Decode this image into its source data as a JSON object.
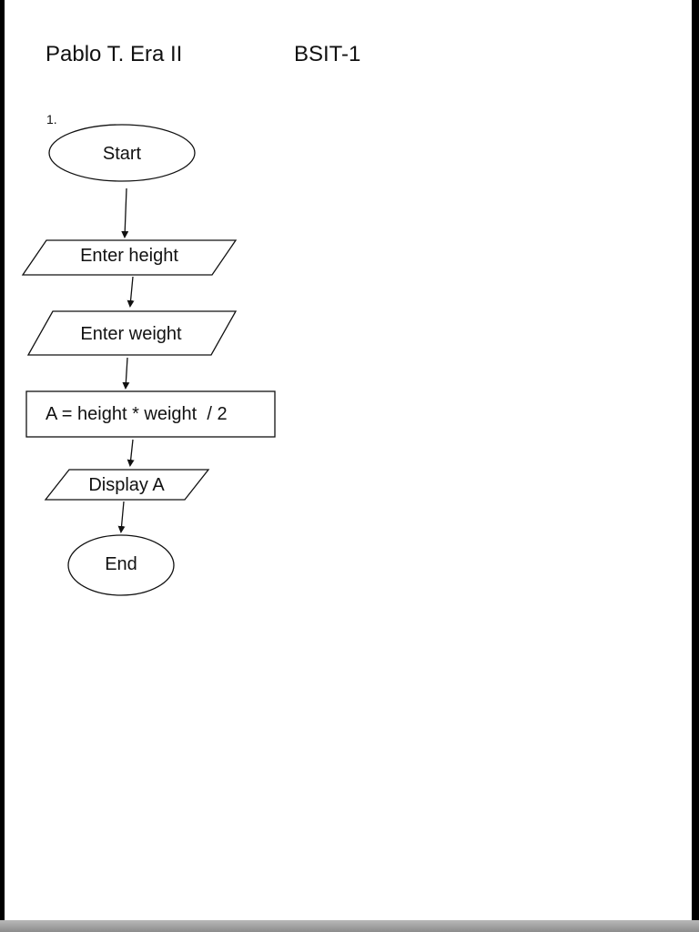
{
  "header": {
    "name": "Pablo T. Era II",
    "class": "BSIT-1"
  },
  "item_number": "1.",
  "flowchart": {
    "nodes": [
      {
        "id": "start",
        "shape": "terminator",
        "label": "Start"
      },
      {
        "id": "input-height",
        "shape": "input-output",
        "label": "Enter height"
      },
      {
        "id": "input-weight",
        "shape": "input-output",
        "label": "Enter weight"
      },
      {
        "id": "process-a",
        "shape": "process",
        "label": "A = height * weight  / 2"
      },
      {
        "id": "output-a",
        "shape": "input-output",
        "label": "Display A"
      },
      {
        "id": "end",
        "shape": "terminator",
        "label": "End"
      }
    ],
    "edges": [
      {
        "from": "start",
        "to": "input-height"
      },
      {
        "from": "input-height",
        "to": "input-weight"
      },
      {
        "from": "input-weight",
        "to": "process-a"
      },
      {
        "from": "process-a",
        "to": "output-a"
      },
      {
        "from": "output-a",
        "to": "end"
      }
    ]
  }
}
